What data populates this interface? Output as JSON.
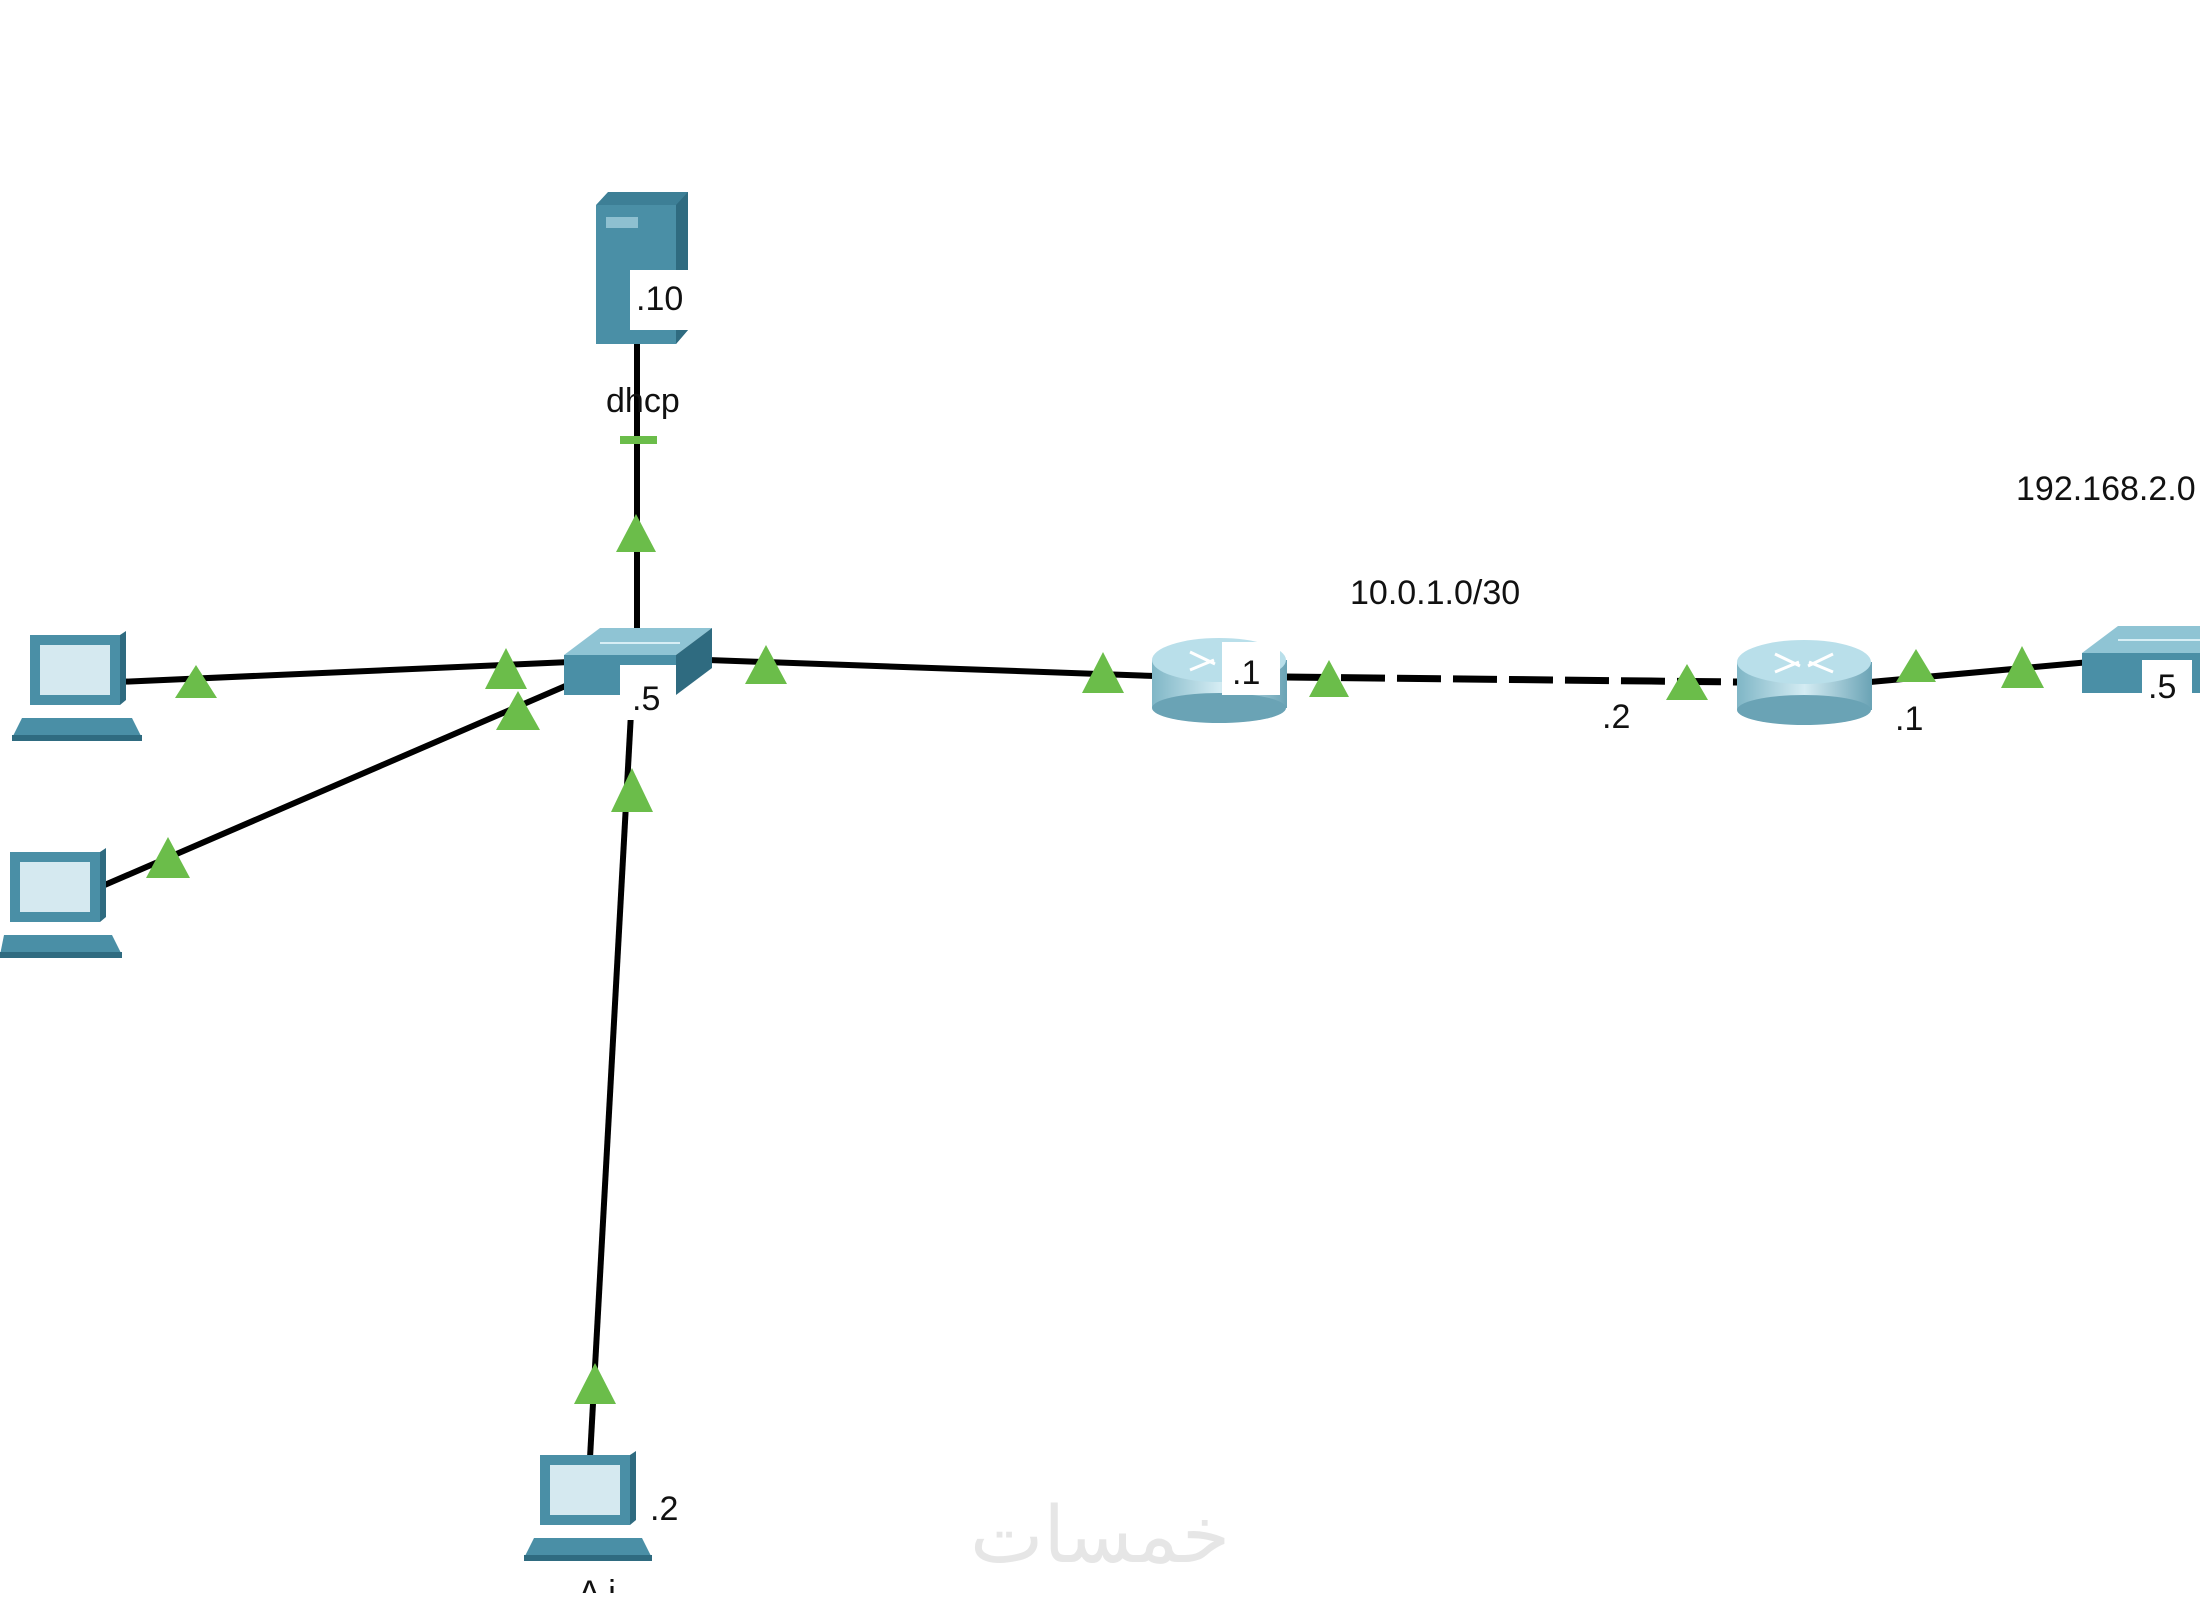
{
  "topology": {
    "devices": {
      "dhcp_server": {
        "name": "dhcp",
        "ip_suffix": ".10"
      },
      "switch_left": {
        "ip_suffix": ".5"
      },
      "router_left": {
        "ip_suffix_lan": ".1"
      },
      "router_right": {
        "ip_suffix_wan": ".2",
        "ip_suffix_lan": ".1"
      },
      "switch_right": {
        "ip_suffix": ".5"
      },
      "pc_bottom": {
        "ip_suffix": ".2",
        "name_partial": "A i"
      }
    },
    "networks": {
      "wan_link": "10.0.1.0/30",
      "right_lan": "192.168.2.0"
    },
    "link_status_color": "#6bbd4a",
    "device_color": "#4a8fa6"
  },
  "watermark": "خمسات"
}
